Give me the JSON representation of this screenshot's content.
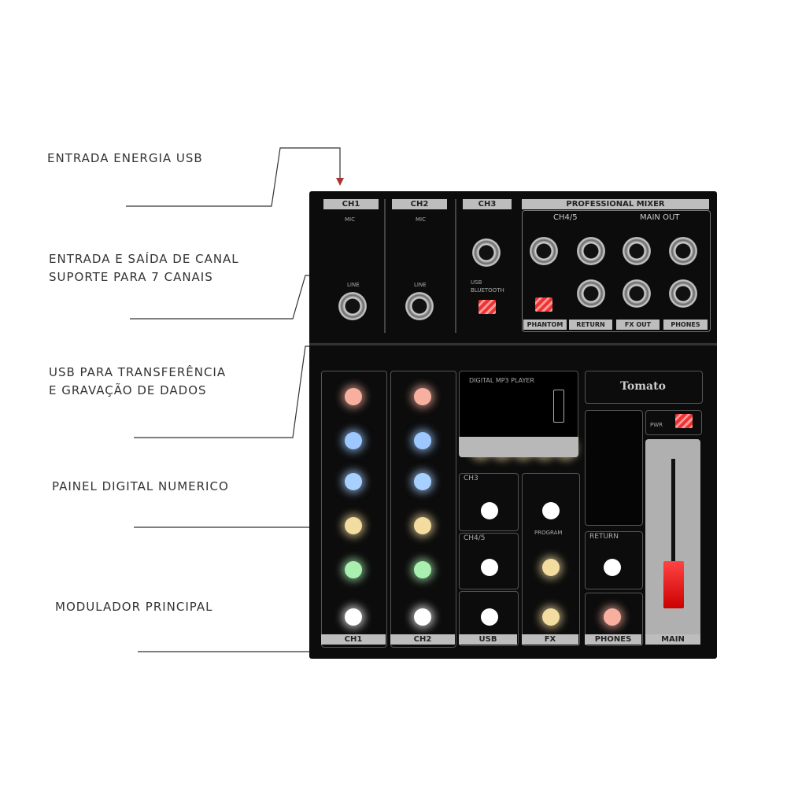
{
  "annotations": {
    "power": "ENTRADA ENERGIA USB",
    "io_line1": "ENTRADA E SAÍDA DE CANAL",
    "io_line2": "SUPORTE PARA 7 CANAIS",
    "usb_line1": "USB PARA TRANSFERÊNCIA",
    "usb_line2": "E GRAVAÇÃO DE DADOS",
    "display": "PAINEL DIGITAL NUMERICO",
    "main": "MODULADOR PRINCIPAL"
  },
  "top_panel": {
    "ch1": "CH1",
    "ch2": "CH2",
    "ch3": "CH3",
    "title": "PROFESSIONAL MIXER",
    "ch45": "CH4/5",
    "main_out": "MAIN OUT",
    "line": "LINE",
    "mic": "MIC",
    "phantom": "PHANTOM",
    "return": "RETURN",
    "fx_out": "FX OUT",
    "phones": "PHONES",
    "usb": "USB",
    "bluetooth": "BLUETOOTH"
  },
  "control_panel": {
    "mp3": "DIGITAL MP3 PLAYER",
    "brand": "Tomato",
    "pwr": "PWR",
    "program": "PROGRAM",
    "ch3": "CH3",
    "ch45": "CH4/5",
    "return": "RETURN",
    "strips": [
      "CH1",
      "CH2",
      "USB",
      "FX",
      "PHONES",
      "MAIN"
    ]
  },
  "knob_colors": [
    "#f7b0a0",
    "#9cc8ff",
    "#a8d0ff",
    "#f3dca0",
    "#a8efb0",
    "#ffffff"
  ]
}
